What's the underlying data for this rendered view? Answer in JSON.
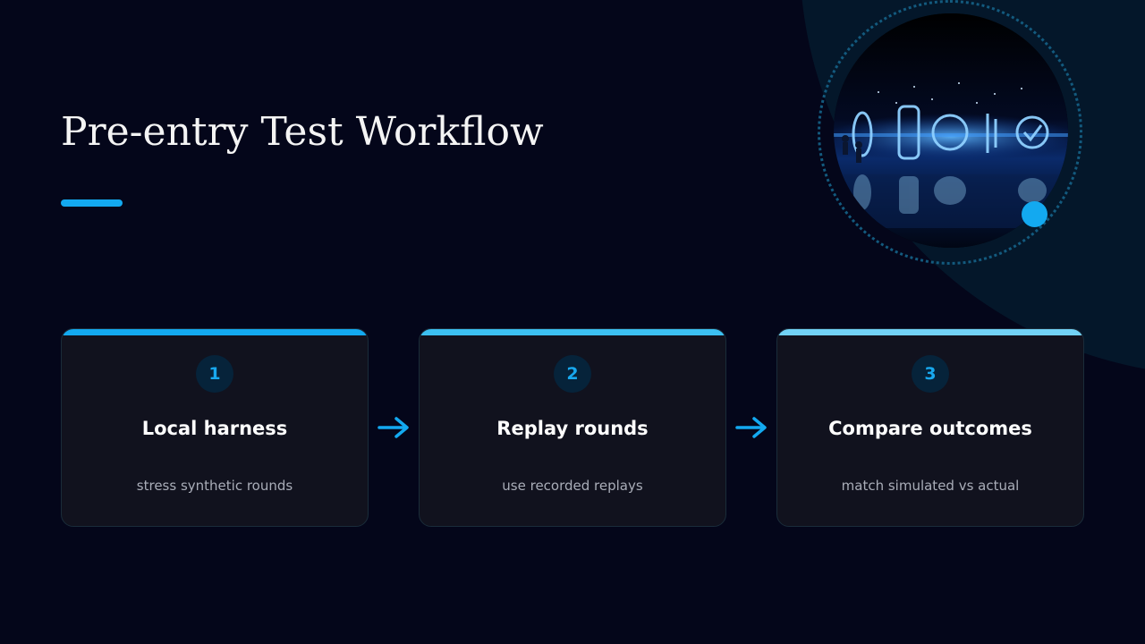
{
  "slide": {
    "title": "Pre-entry Test Workflow",
    "accent_color": "#13a9f0",
    "background_color": "#04061a"
  },
  "steps": [
    {
      "number": "1",
      "title": "Local harness",
      "description": "stress synthetic rounds",
      "bar_color": "#13a9f0"
    },
    {
      "number": "2",
      "title": "Replay rounds",
      "description": "use recorded replays",
      "bar_color": "#3cc0f2"
    },
    {
      "number": "3",
      "title": "Compare outcomes",
      "description": "match simulated vs actual",
      "bar_color": "#72d2f6"
    }
  ],
  "connectors": [
    {
      "icon": "arrow-right-icon"
    },
    {
      "icon": "arrow-right-icon"
    }
  ],
  "hero_image": {
    "icon": "futuristic-verification-gates-illustration"
  }
}
